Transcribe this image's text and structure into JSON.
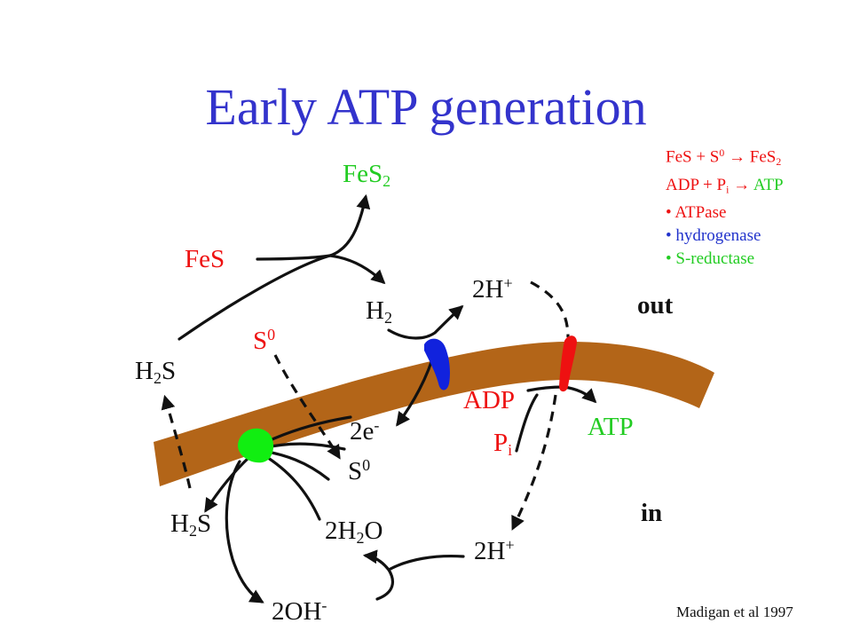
{
  "title": "Early ATP generation",
  "legend": {
    "reaction1": {
      "lhs_a": "FeS + S",
      "lhs_a_sup": "0",
      "arrow": "→",
      "rhs": "FeS",
      "rhs_sub": "2"
    },
    "reaction2": {
      "lhs_a": "ADP + P",
      "lhs_a_sub": "i",
      "arrow": "→",
      "rhs": "ATP"
    },
    "bullets": [
      "ATPase",
      "hydrogenase",
      "S-reductase"
    ],
    "bullet_symbol": "•"
  },
  "labels": {
    "fes2": {
      "base": "FeS",
      "sub": "2"
    },
    "fes": "FeS",
    "h2": {
      "base": "H",
      "sub": "2"
    },
    "h_out": {
      "base": "2H",
      "sup": "+"
    },
    "out": "out",
    "s0_top": {
      "base": "S",
      "sup": "0"
    },
    "h2s_left": {
      "a": "H",
      "sub": "2",
      "b": "S"
    },
    "adp": "ADP",
    "atp": "ATP",
    "electrons": {
      "base": "2e",
      "sup": "-"
    },
    "pi": {
      "base": "P",
      "sub": "i"
    },
    "s0_bottom": {
      "base": "S",
      "sup": "0"
    },
    "in": "in",
    "h2s_bottom": {
      "a": "H",
      "sub": "2",
      "b": "S"
    },
    "water": {
      "a": "2H",
      "sub": "2",
      "b": "O"
    },
    "h_in": {
      "base": "2H",
      "sup": "+"
    },
    "hydroxide": {
      "base": "2OH",
      "sup": "-"
    }
  },
  "citation": "Madigan et al 1997",
  "colors": {
    "title": "#3333cc",
    "membrane": "#b36518",
    "hydrogenase": "#1122dd",
    "s_reductase": "#11ee11",
    "atpase": "#ee1111",
    "red_text": "#ee1111",
    "green_text": "#22cc22",
    "blue_text": "#2233cc"
  }
}
